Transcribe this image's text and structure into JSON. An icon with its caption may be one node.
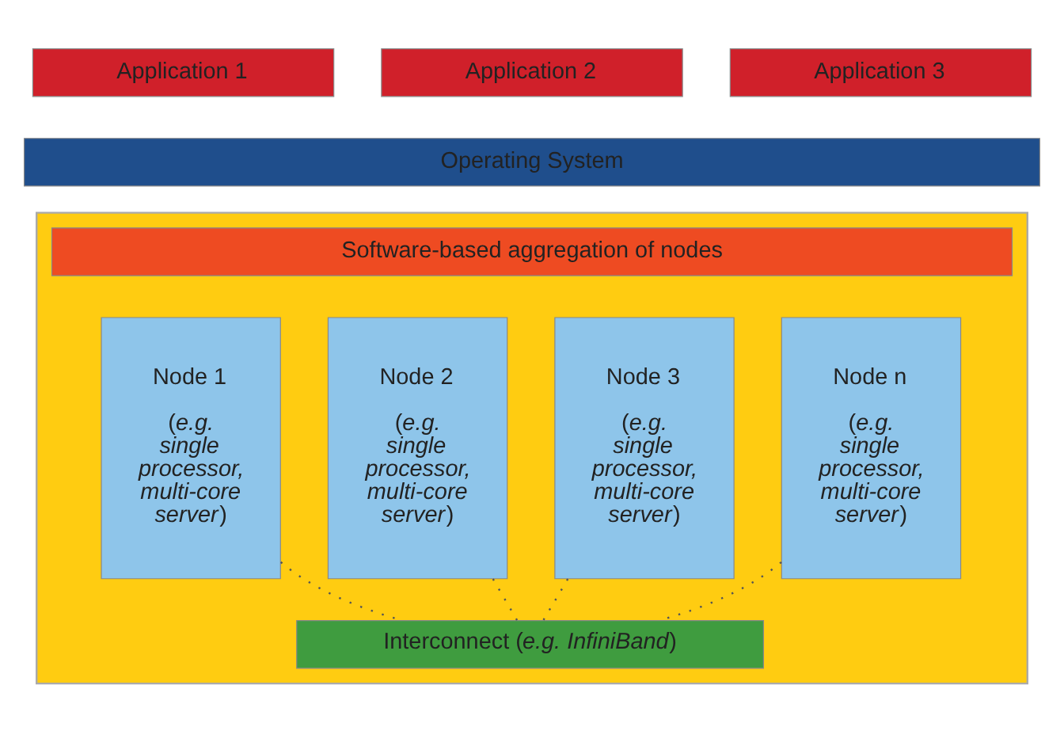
{
  "diagram": {
    "nodes": [
      {
        "text": [
          "Application 1"
        ]
      },
      {
        "text": [
          "Application 2"
        ]
      },
      {
        "text": [
          "Application 3"
        ]
      },
      {
        "text": [
          "Operating System"
        ]
      },
      {
        "text": [],
        "shape": "box"
      },
      {
        "text": [
          "Software-based aggregation of nodes"
        ],
        "in": 4
      },
      {
        "text": [
          "Node 1",
          "(*e.g. single processor, multi-core server*)"
        ],
        "in": 4
      },
      {
        "text": [
          "Node 2",
          "(*e.g. single processor, multi-core server*)"
        ],
        "in": 4
      },
      {
        "text": [
          "Node 3",
          "(*e.g. single processor, multi-core server*)"
        ],
        "in": 4
      },
      {
        "text": [
          "Node n",
          "(*e.g. single processor, multi-core server*)"
        ],
        "in": 4
      },
      {
        "text": [
          "Interconnect (*e.g. InfiniBand*)"
        ],
        "in": 4
      }
    ],
    "edges": [
      {
        "from": 6,
        "to": 10,
        "arrow": "none",
        "style": "dashed"
      },
      {
        "from": 7,
        "to": 10,
        "arrow": "none",
        "style": "dashed"
      },
      {
        "from": 8,
        "to": 10,
        "arrow": "none",
        "style": "dashed"
      },
      {
        "from": 9,
        "to": 10,
        "arrow": "none",
        "style": "dashed"
      }
    ]
  }
}
